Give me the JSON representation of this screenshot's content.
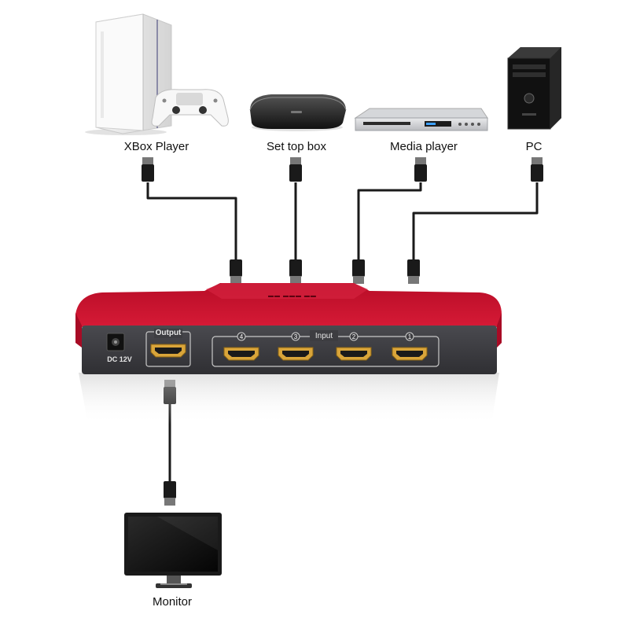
{
  "devices": {
    "xbox": {
      "label": "XBox Player",
      "icon": "game-console-icon"
    },
    "settop": {
      "label": "Set top box",
      "icon": "set-top-box-icon"
    },
    "media": {
      "label": "Media player",
      "icon": "media-player-icon"
    },
    "pc": {
      "label": "PC",
      "icon": "pc-tower-icon"
    },
    "monitor": {
      "label": "Monitor",
      "icon": "monitor-icon"
    }
  },
  "switch": {
    "output_label": "Output",
    "input_label": "Input",
    "dc_label": "DC 12V",
    "ports": [
      "4",
      "3",
      "2",
      "1"
    ],
    "body_color": "#c8102e",
    "panel_color": "#3a3a3e"
  },
  "cable_color": "#1a1a1a"
}
